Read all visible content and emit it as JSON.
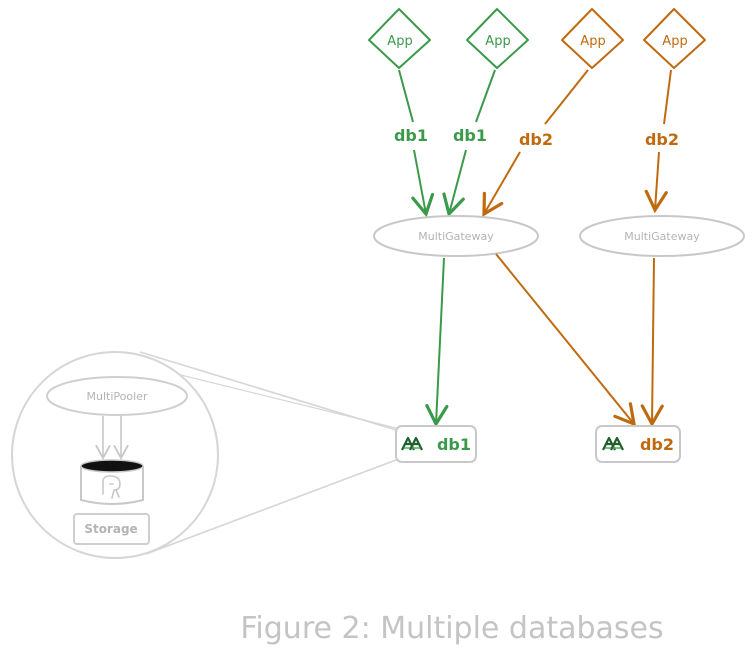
{
  "diagram": {
    "apps": [
      {
        "label": "App",
        "db": "db1",
        "color": "#3a9a4a"
      },
      {
        "label": "App",
        "db": "db1",
        "color": "#3a9a4a"
      },
      {
        "label": "App",
        "db": "db2",
        "color": "#c06a10"
      },
      {
        "label": "App",
        "db": "db2",
        "color": "#c06a10"
      }
    ],
    "edge_labels": {
      "app1": "db1",
      "app2": "db1",
      "app3": "db2",
      "app4": "db2"
    },
    "gateways": [
      {
        "label": "MultiGateway"
      },
      {
        "label": "MultiGateway"
      }
    ],
    "databases": [
      {
        "label": "db1",
        "color": "#3a9a4a"
      },
      {
        "label": "db2",
        "color": "#c06a10"
      }
    ],
    "zoom": {
      "pooler_label": "MultiPooler",
      "storage_label": "Storage"
    },
    "caption": "Figure 2: Multiple databases",
    "colors": {
      "green": "#3a9a4a",
      "orange": "#c06a10",
      "gray": "#c8c8c8",
      "gray_text": "#b4b4b4",
      "caption": "#c4c4c4"
    },
    "icons": [
      "multigres-logo-icon",
      "postgres-elephant-icon",
      "database-cylinder-icon"
    ]
  }
}
